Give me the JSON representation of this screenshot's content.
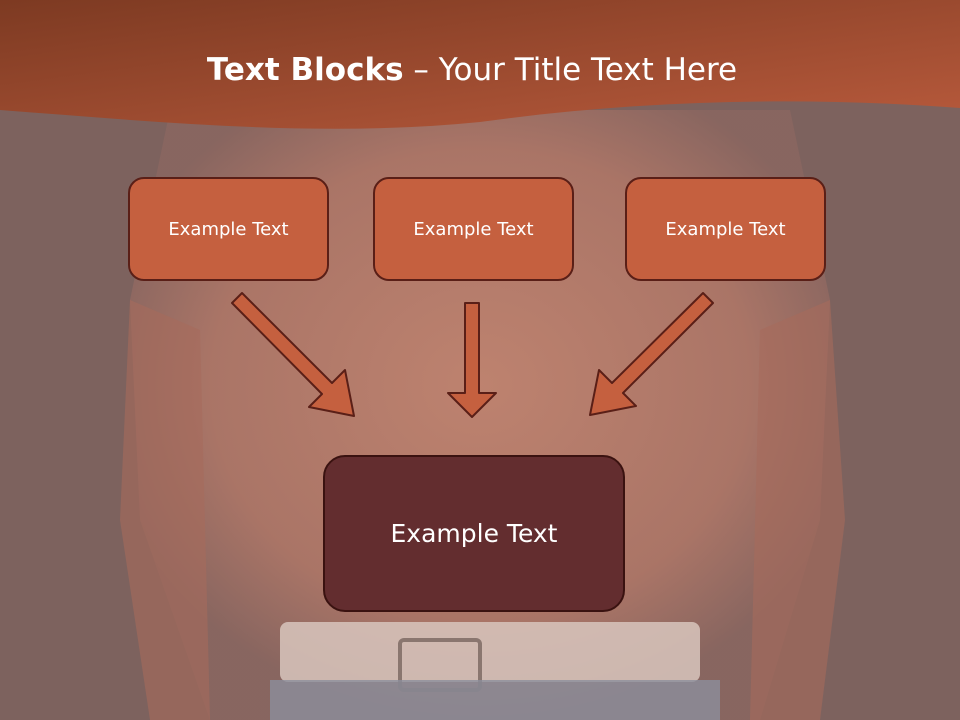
{
  "slide": {
    "title_bold": "Text Blocks",
    "title_rest": " – Your Title Text Here"
  },
  "blocks": {
    "top_left": "Example Text",
    "top_middle": "Example Text",
    "top_right": "Example Text",
    "center": "Example Text"
  },
  "colors": {
    "header": "#b4553a",
    "box_fill": "#c5603f",
    "center_fill": "#632d2f",
    "arrow_fill": "#c5603f"
  }
}
